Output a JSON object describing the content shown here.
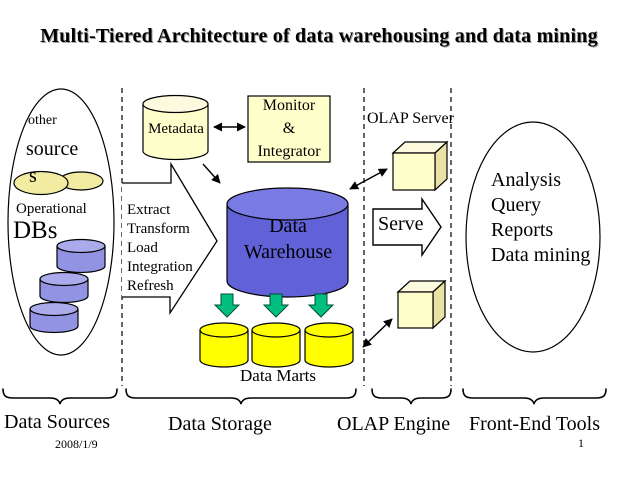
{
  "title": "Multi-Tiered Architecture of data warehousing and data mining",
  "sections": {
    "data_sources": {
      "oval_lines": [
        "other",
        "source",
        "s"
      ],
      "operational_lines": [
        "Operational",
        "DBs"
      ]
    },
    "storage": {
      "metadata_label": "Metadata",
      "monitor_lines": [
        "Monitor",
        "&",
        "Integrator"
      ],
      "etl_lines": [
        "Extract",
        "Transform",
        "Load",
        "Integration",
        "Refresh"
      ],
      "warehouse_lines": [
        "Data",
        "Warehouse"
      ],
      "marts_label": "Data Marts"
    },
    "olap": {
      "server_label": "OLAP Server",
      "serve_label": "Serve"
    },
    "front_end": {
      "lines": [
        "Analysis",
        "Query",
        "Reports",
        "Data mining"
      ]
    }
  },
  "tier_labels": [
    "Data Sources",
    "Data Storage",
    "OLAP Engine",
    "Front-End Tools"
  ],
  "footer": {
    "date": "2008/1/9",
    "page_number": "1"
  },
  "colors": {
    "cream": "#ffffcc",
    "cream_light": "#fdfbdf",
    "cream_dark": "#e9e2a4",
    "warehouse_blue": "#6161d8",
    "warehouse_blue_top": "#7a7ae3",
    "mart_yellow": "#ffff00",
    "db_purple": "#9393e3",
    "db_purple_top": "#ababeb",
    "small_oval_yellow": "#f2eca2",
    "arrow_green": "#00bf80",
    "outline": "#000000"
  }
}
